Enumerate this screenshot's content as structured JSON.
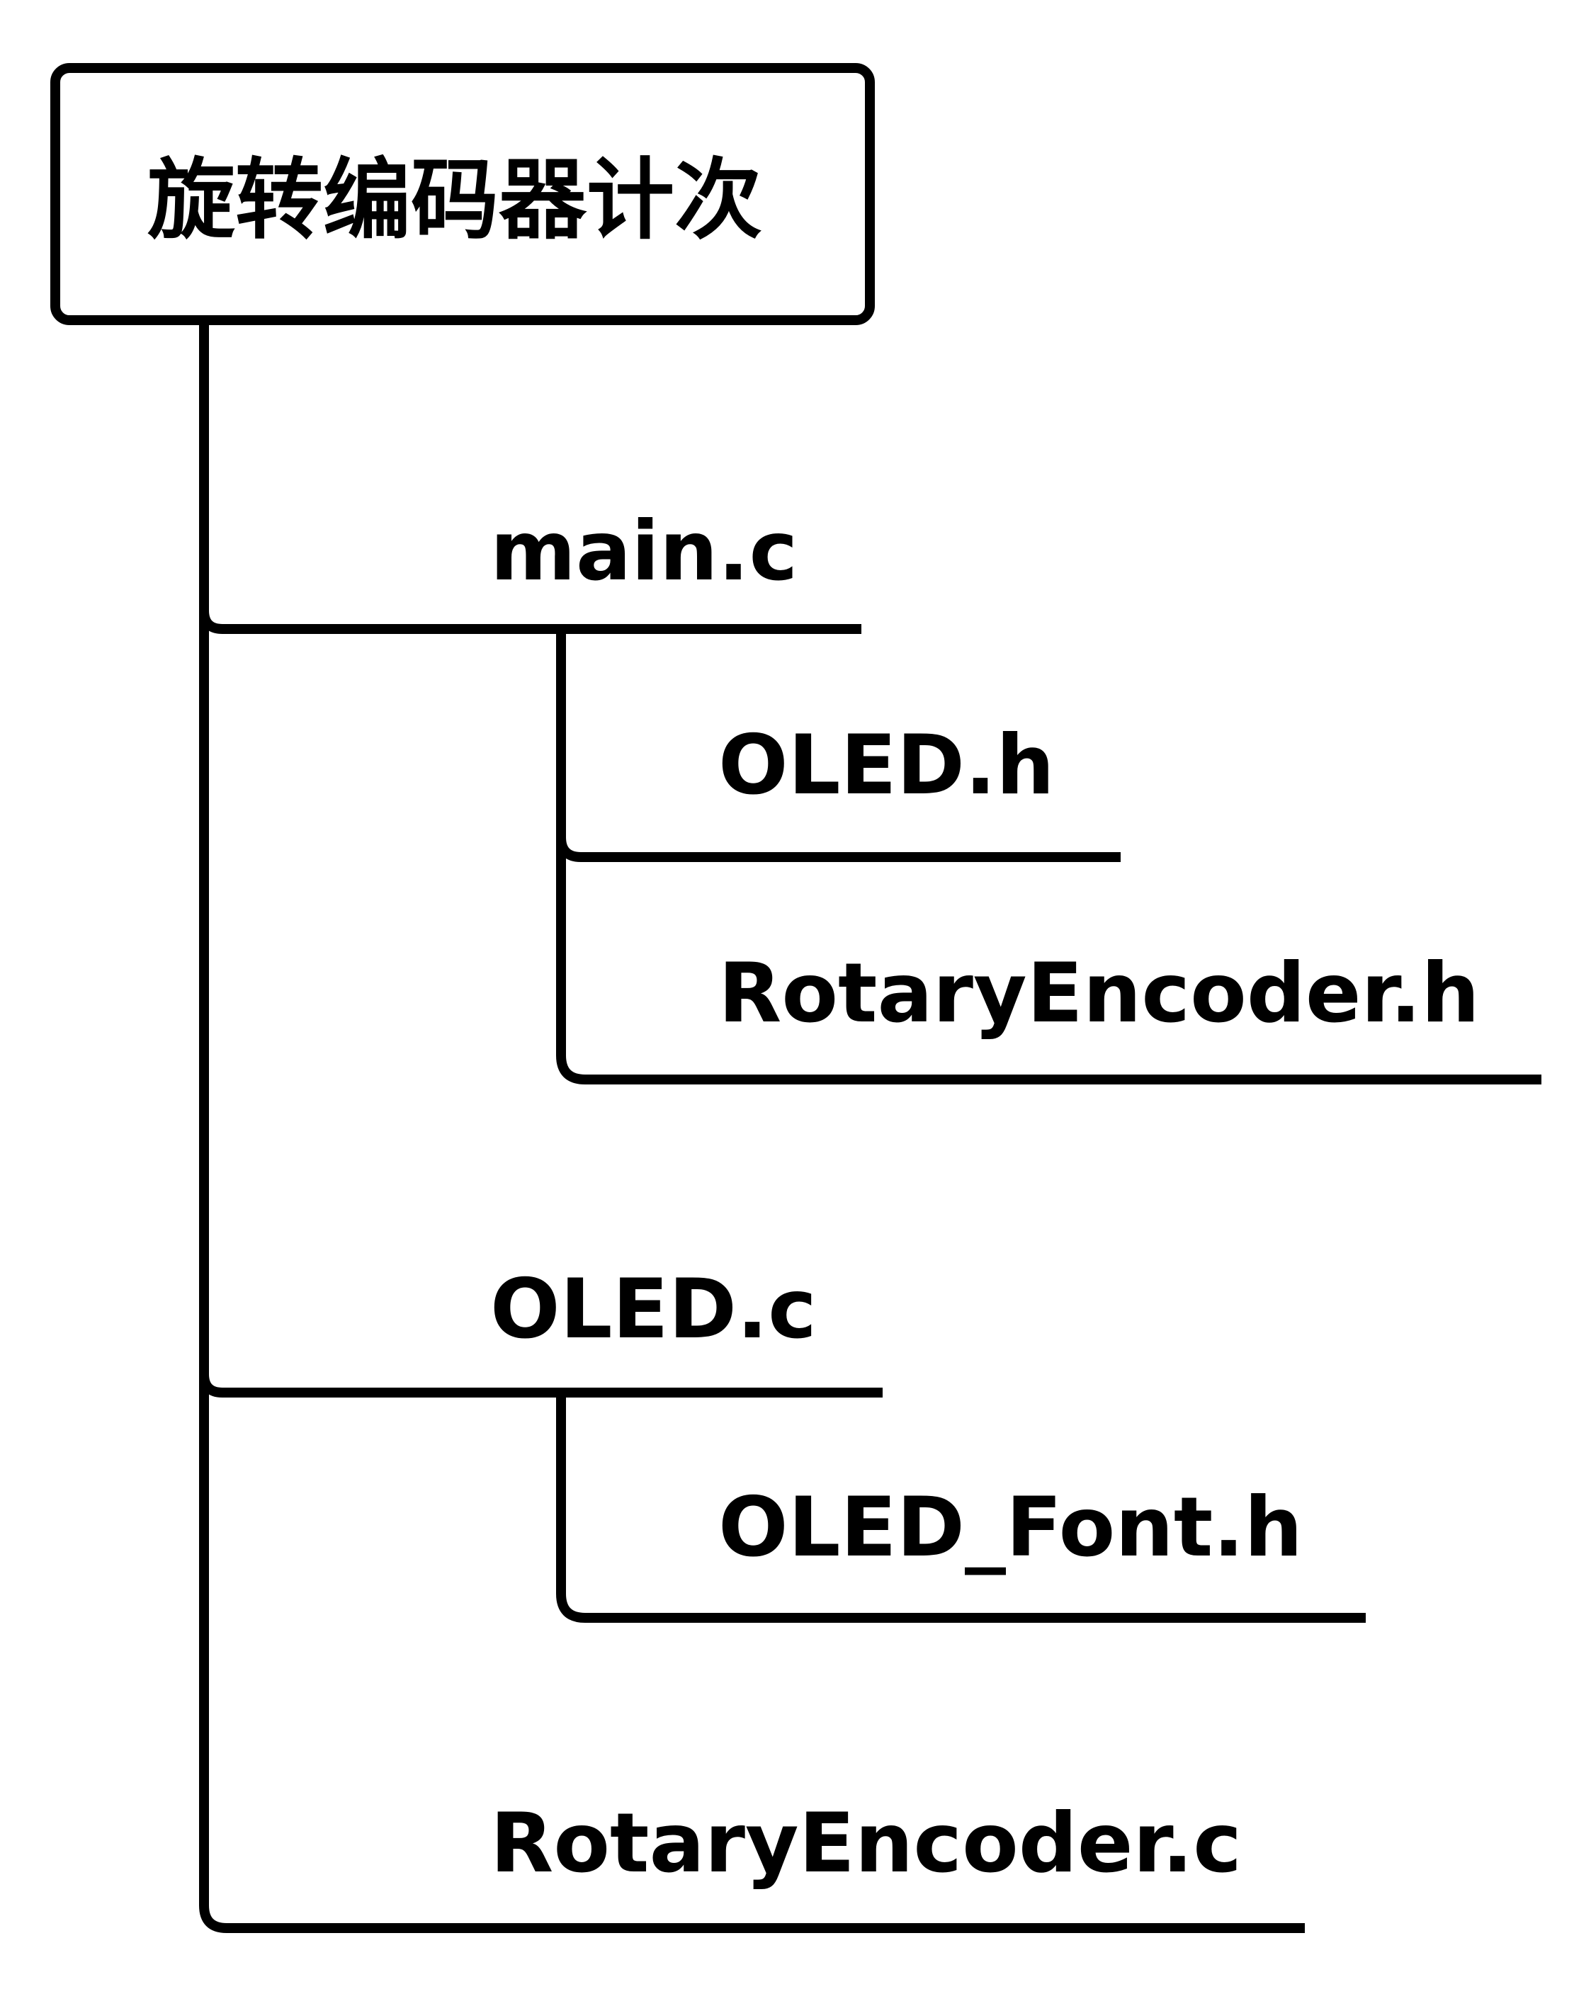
{
  "root": {
    "label": "旋转编码器计次"
  },
  "files": [
    {
      "name": "main.c",
      "children": [
        "OLED.h",
        "RotaryEncoder.h"
      ]
    },
    {
      "name": "OLED.c",
      "children": [
        "OLED_Font.h"
      ]
    },
    {
      "name": "RotaryEncoder.c",
      "children": []
    }
  ],
  "colors": {
    "stroke": "#000000",
    "background": "#ffffff"
  }
}
